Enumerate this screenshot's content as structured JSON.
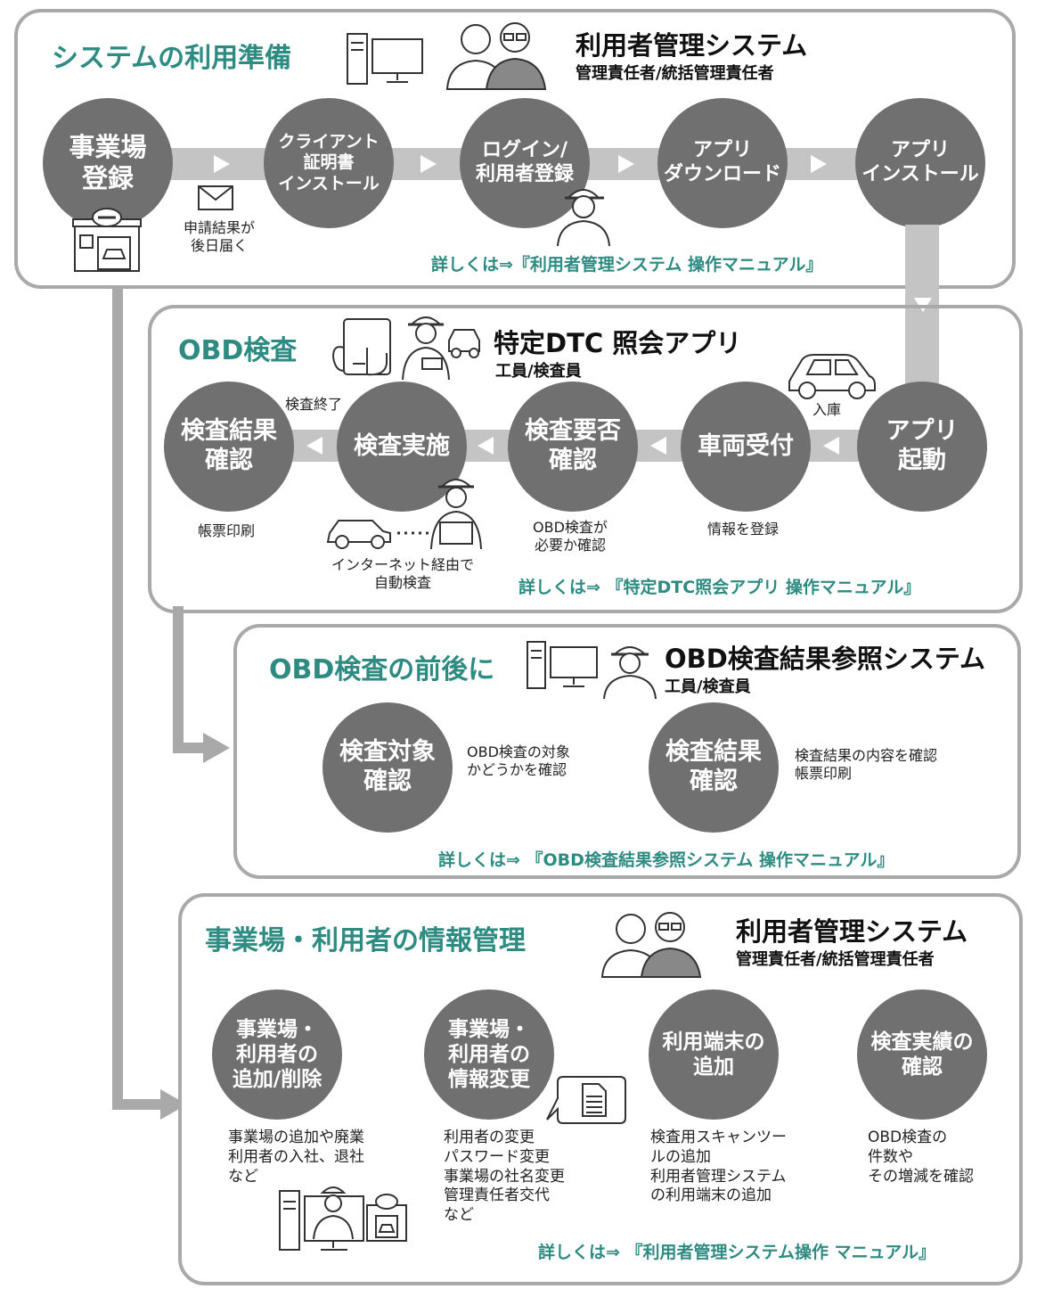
{
  "section1": {
    "title": "システムの利用準備",
    "system_name": "利用者管理システム",
    "roles": "管理責任者/統括管理責任者",
    "steps": [
      "事業場\n登録",
      "クライアント\n証明書\nインストール",
      "ログイン/\n利用者登録",
      "アプリ\nダウンロード",
      "アプリ\nインストール"
    ],
    "mail_note": "申請結果が\n後日届く",
    "manual": "詳しくは⇒『利用者管理システム 操作マニュアル』"
  },
  "section2": {
    "title": "OBD検査",
    "system_name": "特定DTC 照会アプリ",
    "roles": "工員/検査員",
    "steps": [
      "アプリ\n起動",
      "車両受付",
      "検査要否\n確認",
      "検査実施",
      "検査結果\n確認"
    ],
    "notes": {
      "nyuko": "入庫",
      "kensa_shuryo": "検査終了",
      "chohyo": "帳票印刷",
      "auto": "インターネット経由で\n自動検査",
      "need": "OBD検査が\n必要か確認",
      "register": "情報を登録"
    },
    "manual": "詳しくは⇒ 『特定DTC照会アプリ 操作マニュアル』"
  },
  "section3": {
    "title": "OBD検査の前後に",
    "system_name": "OBD検査結果参照システム",
    "roles": "工員/検査員",
    "items": [
      {
        "label": "検査対象\n確認",
        "note": "OBD検査の対象\nかどうかを確認"
      },
      {
        "label": "検査結果\n確認",
        "note": "検査結果の内容を確認\n帳票印刷"
      }
    ],
    "manual": "詳しくは⇒ 『OBD検査結果参照システム 操作マニュアル』"
  },
  "section4": {
    "title": "事業場・利用者の情報管理",
    "system_name": "利用者管理システム",
    "roles": "管理責任者/統括管理責任者",
    "items": [
      {
        "label": "事業場・\n利用者の\n追加/削除",
        "note": "事業場の追加や廃業\n利用者の入社、退社\nなど"
      },
      {
        "label": "事業場・\n利用者の\n情報変更",
        "note": "利用者の変更\nパスワード変更\n事業場の社名変更\n管理責任者交代\nなど"
      },
      {
        "label": "利用端末の\n追加",
        "note": "検査用スキャンツー\nルの追加\n利用者管理システム\nの利用端末の追加"
      },
      {
        "label": "検査実績の\n確認",
        "note": "OBD検査の\n件数や\nその増減を確認"
      }
    ],
    "manual": "詳しくは⇒ 『利用者管理システム操作 マニュアル』"
  },
  "colors": {
    "accent": "#2e8b82",
    "circle": "#707070",
    "connector": "#c4c4c4",
    "border": "#a9a9a9"
  }
}
